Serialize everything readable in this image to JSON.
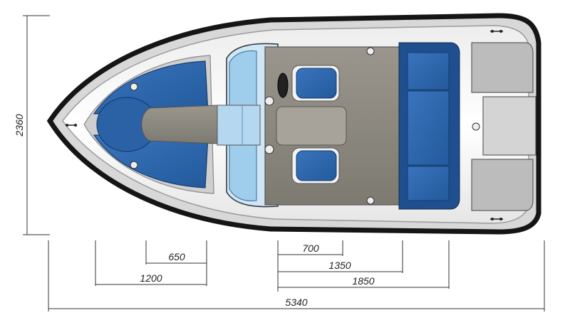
{
  "dimensions": {
    "beam": "2360",
    "overall_length": "5340",
    "horizontal": [
      {
        "name": "650",
        "label": "650"
      },
      {
        "name": "1200",
        "label": "1200"
      },
      {
        "name": "700",
        "label": "700"
      },
      {
        "name": "1350",
        "label": "1350"
      },
      {
        "name": "1850",
        "label": "1850"
      }
    ]
  },
  "colors": {
    "hull_outline": "#1a1a1a",
    "deck_white": "#f4f4f4",
    "hull_grey": "#d6d6d6",
    "upholstery_blue": "#2f66aa",
    "upholstery_dark": "#1f4f8f",
    "floor_grey": "#8c8880",
    "windshield_blue": "#a9d3ef",
    "dimension_line": "#333333"
  }
}
